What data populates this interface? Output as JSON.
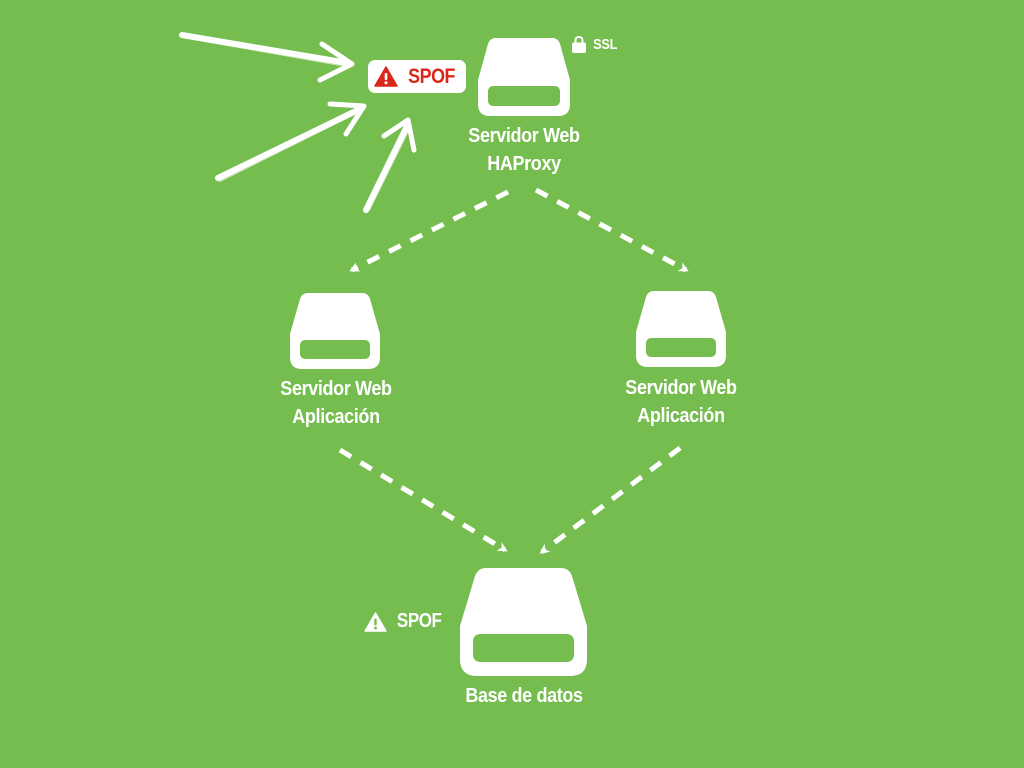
{
  "nodes": {
    "haproxy": {
      "line1": "Servidor Web",
      "line2": "HAProxy"
    },
    "app_left": {
      "line1": "Servidor Web",
      "line2": "Aplicación"
    },
    "app_right": {
      "line1": "Servidor Web",
      "line2": "Aplicación"
    },
    "database": {
      "label": "Base de datos"
    }
  },
  "badges": {
    "spof_top": "SPOF",
    "spof_bottom": "SPOF",
    "ssl": "SSL"
  },
  "icons": {
    "server": "server-drive-icon",
    "warning": "warning-triangle-icon",
    "lock": "lock-icon",
    "attack_arrow": "chalk-arrow"
  },
  "colors": {
    "background": "#76bd4f",
    "foreground": "#ffffff",
    "warning_red": "#d9281a"
  }
}
